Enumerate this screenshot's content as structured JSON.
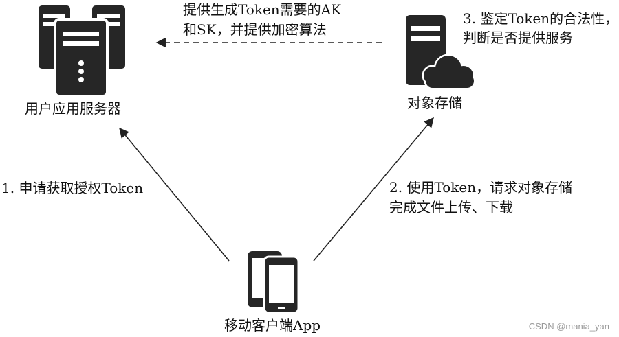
{
  "nodes": {
    "user_server": {
      "label": "用户应用服务器",
      "icon": "server-stack-icon"
    },
    "object_storage": {
      "label": "对象存储",
      "icon": "cloud-server-icon"
    },
    "mobile_app": {
      "label": "移动客户端App",
      "icon": "mobile-phones-icon"
    }
  },
  "edges": {
    "request_token": {
      "text": "1. 申请获取授权Token"
    },
    "use_token": {
      "line1": "2. 使用Token，请求对象存储",
      "line2": "完成文件上传、下载"
    },
    "verify_token": {
      "line1": "3. 鉴定Token的合法性，",
      "line2": "判断是否提供服务"
    },
    "provide_keys": {
      "line1": "提供生成Token需要的AK",
      "line2": "和SK，并提供加密算法"
    }
  },
  "watermark": "CSDN @mania_yan",
  "colors": {
    "icon": "#262626",
    "line": "#222222",
    "background": "#ffffff"
  }
}
